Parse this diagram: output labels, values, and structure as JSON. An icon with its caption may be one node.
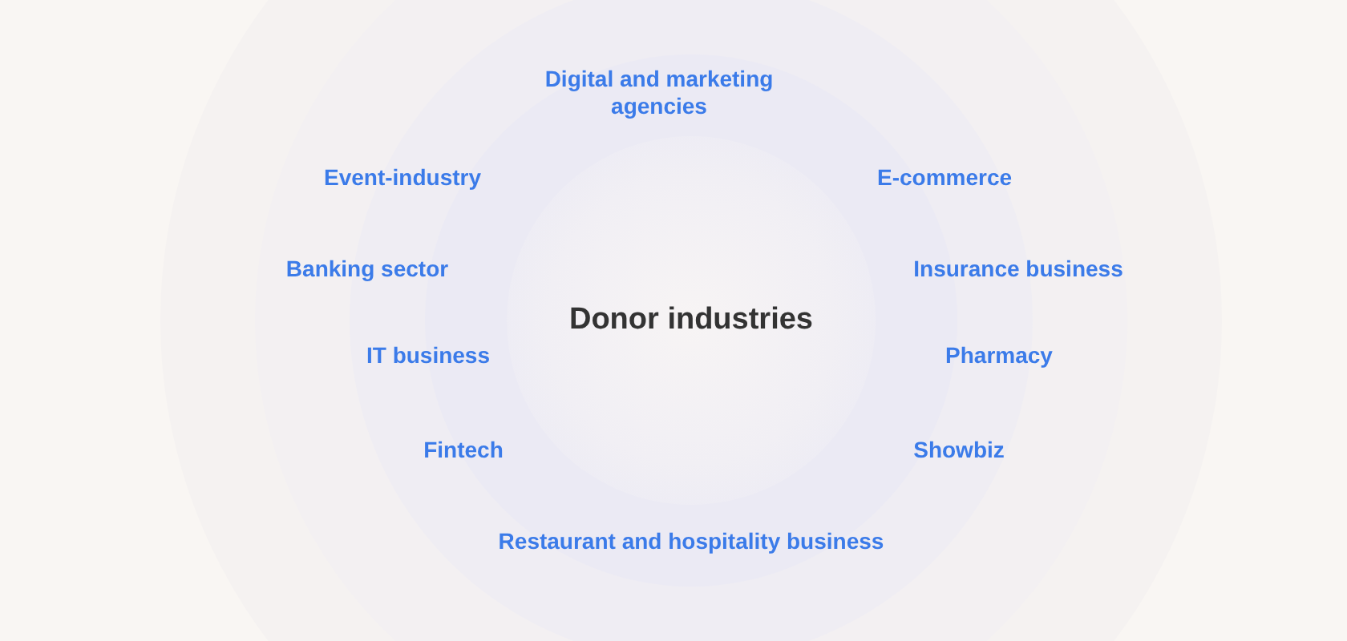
{
  "diagram": {
    "nodes": [
      {
        "text": [
          "Donor industries"
        ]
      }
    ],
    "labels": [
      "Digital and marketing agencies",
      "Event-industry",
      "E-commerce",
      "Banking sector",
      "Insurance business",
      "IT business",
      "Pharmacy",
      "Fintech",
      "Showbiz",
      "Restaurant and hospitality business"
    ]
  }
}
